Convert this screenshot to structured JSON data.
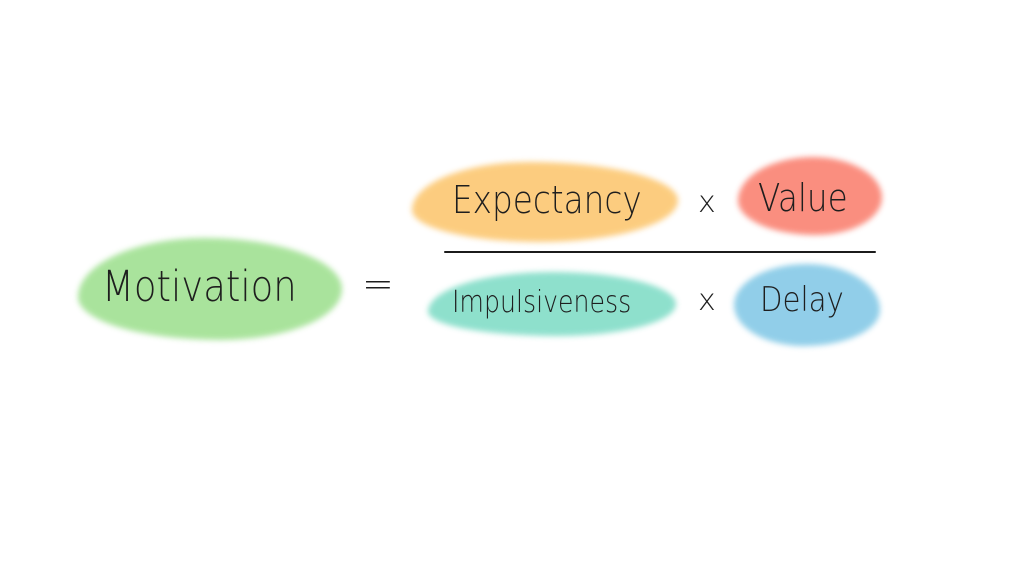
{
  "equation": {
    "lhs": "Motivation",
    "equals": "=",
    "numerator": {
      "term1": "Expectancy",
      "operator": "x",
      "term2": "Value"
    },
    "denominator": {
      "term1": "Impulsiveness",
      "operator": "x",
      "term2": "Delay"
    }
  },
  "colors": {
    "motivation": "#9ee08f",
    "expectancy": "#fcc66e",
    "value": "#fa7f6e",
    "impulsiveness": "#7fdcc6",
    "delay": "#82c8e6"
  }
}
